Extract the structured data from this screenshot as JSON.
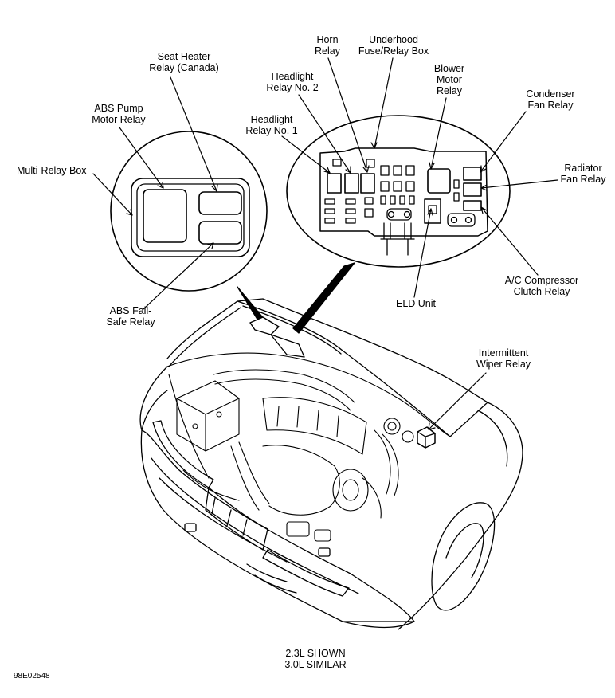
{
  "labels": {
    "seat_heater": [
      "Seat Heater",
      "Relay (Canada)"
    ],
    "abs_pump": [
      "ABS Pump",
      "Motor Relay"
    ],
    "multi_relay_box": [
      "Multi-Relay Box"
    ],
    "abs_failsafe": [
      "ABS Fail-",
      "Safe Relay"
    ],
    "horn": [
      "Horn",
      "Relay"
    ],
    "underhood_box": [
      "Underhood",
      "Fuse/Relay Box"
    ],
    "headlight_2": [
      "Headlight",
      "Relay No. 2"
    ],
    "headlight_1": [
      "Headlight",
      "Relay No. 1"
    ],
    "blower": [
      "Blower",
      "Motor",
      "Relay"
    ],
    "condenser": [
      "Condenser",
      "Fan Relay"
    ],
    "radiator": [
      "Radiator",
      "Fan Relay"
    ],
    "ac_compressor": [
      "A/C Compressor",
      "Clutch Relay"
    ],
    "eld_unit": [
      "ELD Unit"
    ],
    "wiper": [
      "Intermittent",
      "Wiper Relay"
    ]
  },
  "caption": [
    "2.3L SHOWN",
    "3.0L SIMILAR"
  ],
  "figure_id": "98E02548",
  "colors": {
    "ink": "#000000",
    "paper": "#ffffff"
  }
}
